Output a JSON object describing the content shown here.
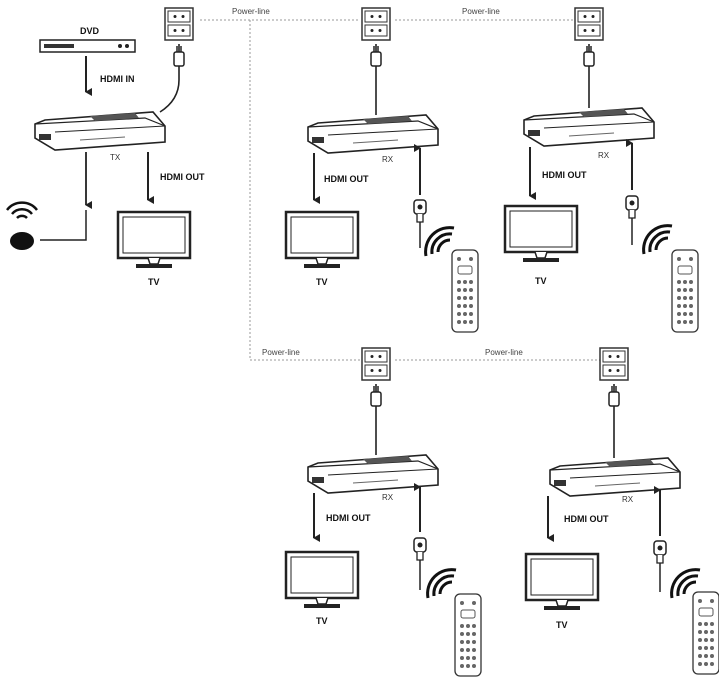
{
  "labels": {
    "dvd": "DVD",
    "hdmi_in": "HDMI IN",
    "hdmi_out": "HDMI OUT",
    "tx": "TX",
    "rx": "RX",
    "tv": "TV",
    "power_line": "Power-line"
  },
  "receivers": [
    {
      "device": "RX",
      "output": "HDMI OUT",
      "display": "TV"
    },
    {
      "device": "RX",
      "output": "HDMI OUT",
      "display": "TV"
    },
    {
      "device": "RX",
      "output": "HDMI OUT",
      "display": "TV"
    },
    {
      "device": "RX",
      "output": "HDMI OUT",
      "display": "TV"
    }
  ],
  "transmitter": {
    "device": "TX",
    "source": "DVD",
    "input": "HDMI IN",
    "output": "HDMI OUT",
    "display": "TV"
  },
  "colors": {
    "line": "#222222",
    "dotted": "#999999",
    "device": "#3a3a3a"
  }
}
